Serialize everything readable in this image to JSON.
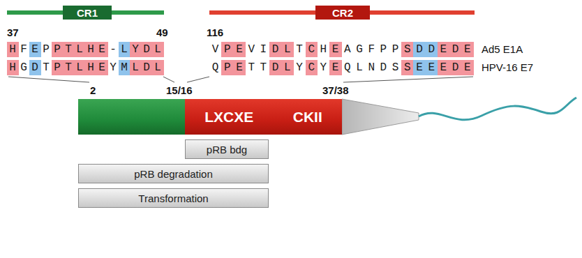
{
  "diagram": {
    "nodes": [
      {
        "text": [
          "CR1"
        ]
      },
      {
        "text": [
          "CR2"
        ]
      },
      {
        "text": [
          "LXCXE",
          "CKII"
        ]
      },
      {
        "text": [
          "pRB bdg"
        ]
      },
      {
        "text": [
          "pRB degradation"
        ]
      },
      {
        "text": [
          "Transformation"
        ]
      }
    ],
    "labels": [
      "37",
      "49",
      "116",
      "HFEPPTLHE-LYDL",
      "VPEVIDLTCHEAGFPPSDDEDE",
      "Ad5 E1A",
      "HGDTPTLHEYMLDL",
      "QPETTDLYCYEQLNDSSEEEDE",
      "HPV-16 E7",
      "2",
      "15/16",
      "37/38"
    ]
  }
}
